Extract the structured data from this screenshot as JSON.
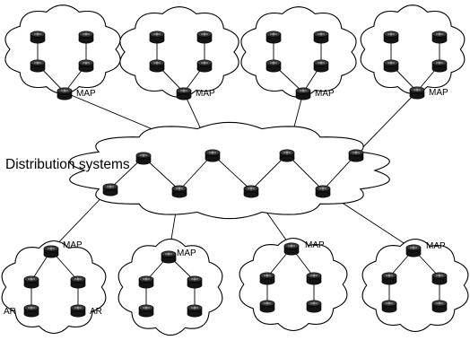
{
  "diagram": {
    "core_label": "Distribution systems",
    "map_label": "MAP",
    "ar_label": "AR",
    "top_domains": [
      {
        "map_label": "MAP"
      },
      {
        "map_label": "MAP"
      },
      {
        "map_label": "MAP"
      },
      {
        "map_label": "MAP"
      }
    ],
    "bottom_domains": [
      {
        "map_label": "MAP",
        "ar_left": "AR",
        "ar_right": "AR"
      },
      {
        "map_label": "MAP"
      },
      {
        "map_label": "MAP"
      },
      {
        "map_label": "MAP"
      }
    ]
  }
}
